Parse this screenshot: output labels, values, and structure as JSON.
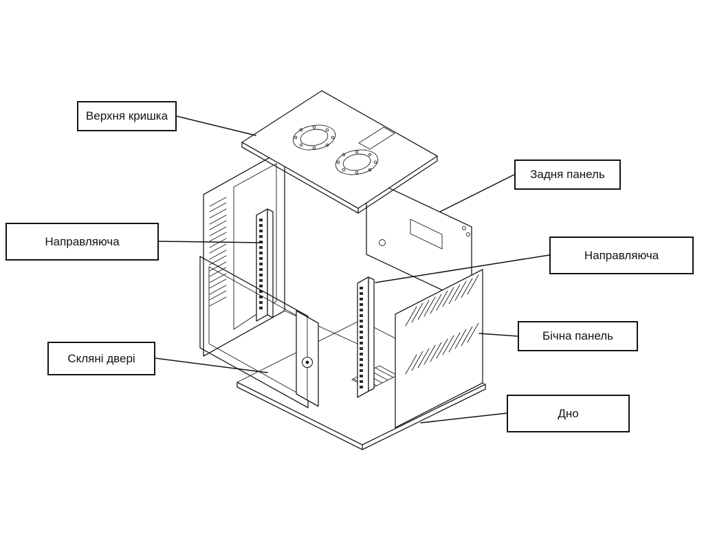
{
  "diagram": {
    "background": "#ffffff",
    "line_color": "#1a1a1a",
    "labels": {
      "top_cover": "Верхня кришка",
      "back_panel": "Задня панель",
      "rail_left": "Направляюча",
      "rail_right": "Направляюча",
      "side_panel": "Бічна панель",
      "glass_door": "Скляні двері",
      "bottom": "Дно"
    }
  }
}
